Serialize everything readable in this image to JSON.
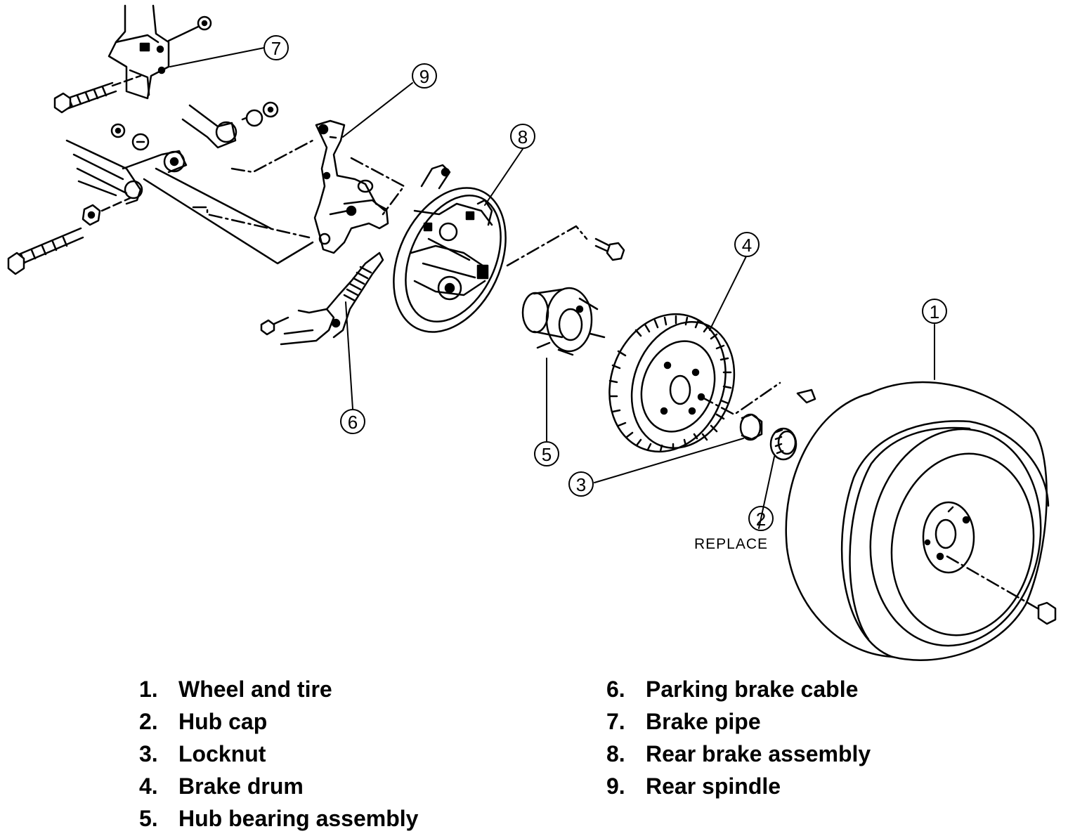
{
  "callouts": [
    "1",
    "2",
    "3",
    "4",
    "5",
    "6",
    "7",
    "8",
    "9"
  ],
  "replace_label": "REPLACE",
  "legend": {
    "left": [
      {
        "num": "1.",
        "label": "Wheel and tire"
      },
      {
        "num": "2.",
        "label": "Hub cap"
      },
      {
        "num": "3.",
        "label": "Locknut"
      },
      {
        "num": "4.",
        "label": "Brake drum"
      },
      {
        "num": "5.",
        "label": "Hub bearing assembly"
      }
    ],
    "right": [
      {
        "num": "6.",
        "label": "Parking brake cable"
      },
      {
        "num": "7.",
        "label": "Brake pipe"
      },
      {
        "num": "8.",
        "label": "Rear brake assembly"
      },
      {
        "num": "9.",
        "label": "Rear spindle"
      }
    ]
  }
}
